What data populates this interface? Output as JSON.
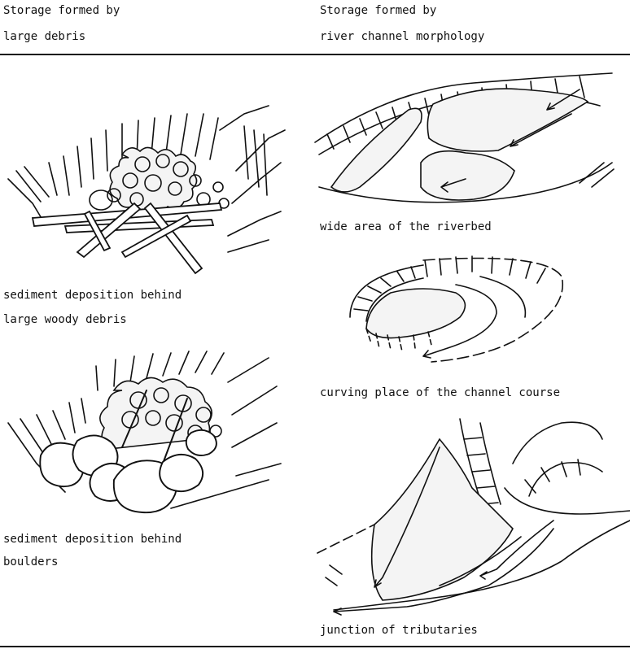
{
  "headers": {
    "left_line1": "Storage formed by",
    "left_line2": "large debris",
    "right_line1": "Storage formed by",
    "right_line2": "river channel morphology"
  },
  "captions": {
    "woody_line1": "sediment deposition behind",
    "woody_line2": "large woody debris",
    "boulders_line1": "sediment deposition behind",
    "boulders_line2": "boulders",
    "wide_area": "wide area of the riverbed",
    "curving": "curving place of the channel course",
    "junction": "junction of tributaries"
  },
  "colors": {
    "ink": "#111111",
    "paper": "#ffffff",
    "sediment": "#f4f4f4"
  }
}
